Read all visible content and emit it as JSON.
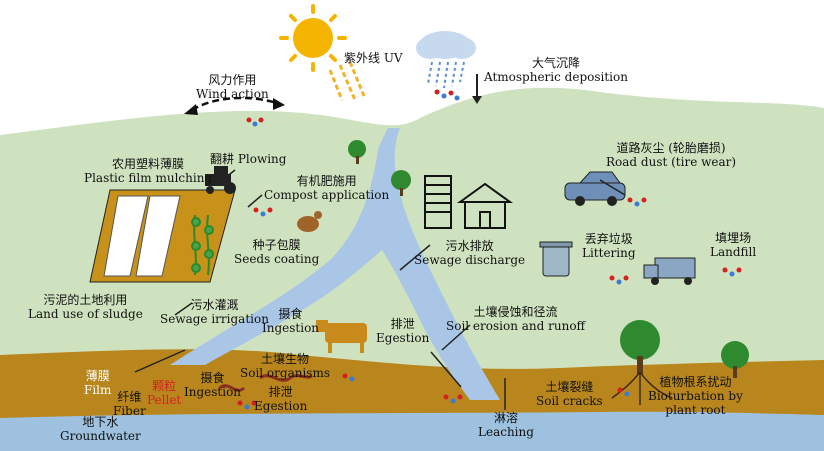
{
  "labels": {
    "uv_cn": "紫外线 UV",
    "atmo_cn": "大气沉降",
    "atmo_en": "Atmospheric deposition",
    "wind_cn": "风力作用",
    "wind_en": "Wind action",
    "plastic_cn": "农用塑料薄膜",
    "plastic_en": "Plastic film mulching",
    "plowing": "翻耕 Plowing",
    "compost_cn": "有机肥施用",
    "compost_en": "Compost application",
    "seeds_cn": "种子包膜",
    "seeds_en": "Seeds coating",
    "sludge_cn": "污泥的土地利用",
    "sludge_en": "Land use of sludge",
    "irrigation_cn": "污水灌溉",
    "irrigation_en": "Sewage irrigation",
    "sewage_cn": "污水排放",
    "sewage_en": "Sewage discharge",
    "road_cn": "道路灰尘 (轮胎磨损)",
    "road_en": "Road dust (tire wear)",
    "littering_cn": "丢弃垃圾",
    "littering_en": "Littering",
    "landfill_cn": "填埋场",
    "landfill_en": "Landfill",
    "ingestion_top_cn": "摄食",
    "ingestion_top_en": "Ingestion",
    "egestion_top_cn": "排泄",
    "egestion_top_en": "Egestion",
    "erosion_cn": "土壤侵蚀和径流",
    "erosion_en": "Soil erosion and runoff",
    "film_cn": "薄膜",
    "film_en": "Film",
    "fiber_cn": "纤维",
    "fiber_en": "Fiber",
    "pellet_cn": "颗粒",
    "pellet_en": "Pellet",
    "organisms_cn": "土壤生物",
    "organisms_en": "Soil organisms",
    "ingestion_soil_cn": "摄食",
    "ingestion_soil_en": "Ingestion",
    "egestion_soil_cn": "排泄",
    "egestion_soil_en": "Egestion",
    "cracks_cn": "土壤裂缝",
    "cracks_en": "Soil cracks",
    "leaching_cn": "淋溶",
    "leaching_en": "Leaching",
    "bioturbation_cn": "植物根系扰动",
    "bioturbation_en1": "Bioturbation by",
    "bioturbation_en2": "plant root",
    "groundwater_cn": "地下水",
    "groundwater_en": "Groundwater"
  },
  "colors": {
    "sky": "#ffffff",
    "hill": "#cfe2bf",
    "soil": "#b8861c",
    "groundwater": "#9ec1df",
    "river": "#a9c6e6",
    "sun": "#f5b400",
    "cloud": "#c6d9ef",
    "rain": "#5a8ed3",
    "field": "#c8921a",
    "film_highlight": "#f7e27a",
    "pellet_text": "#d42020",
    "film_text": "#ffffff",
    "particle_red": "#d42020",
    "particle_blue": "#3a7bd5"
  },
  "icons": {
    "sun": "sun-icon",
    "cloud": "rain-cloud-icon",
    "tractor": "tractor-icon",
    "chicken": "chicken-icon",
    "cow": "cow-icon",
    "building": "building-icon",
    "house": "house-icon",
    "car": "car-icon",
    "truck": "dump-truck-icon",
    "bin": "trash-bin-icon",
    "tree": "tree-icon",
    "worm": "earthworm-icon"
  }
}
